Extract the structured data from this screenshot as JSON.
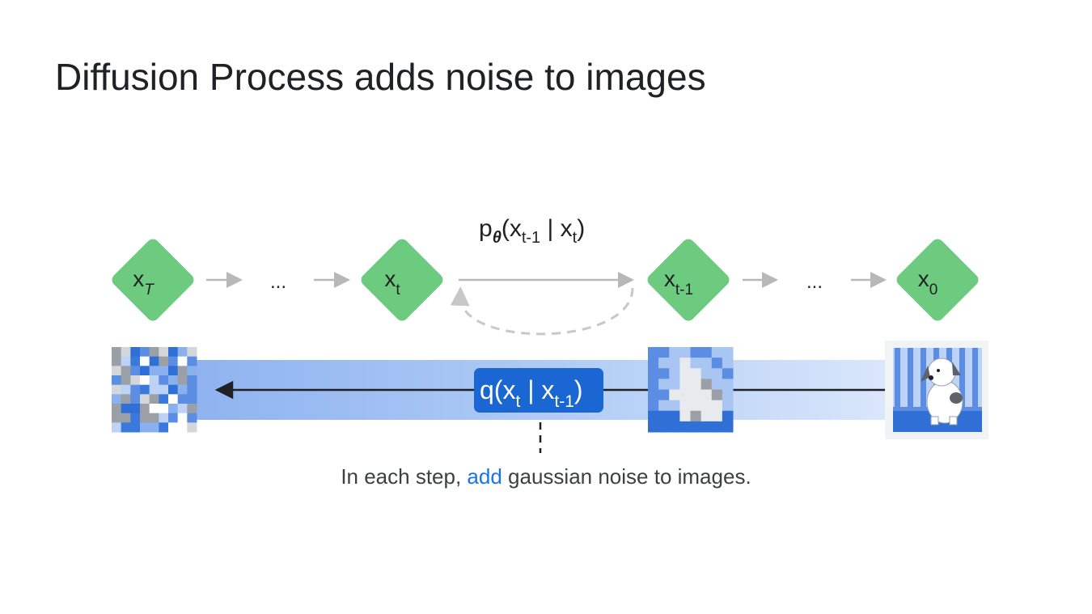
{
  "slide": {
    "title": "Diffusion Process adds noise to images"
  },
  "diagram": {
    "nodes": [
      {
        "base": "x",
        "sub": "T",
        "italic_sub": true
      },
      {
        "base": "x",
        "sub": "t",
        "italic_sub": false
      },
      {
        "base": "x",
        "sub": "t-1",
        "italic_sub": false
      },
      {
        "base": "x",
        "sub": "0",
        "italic_sub": false
      }
    ],
    "ellipsis": "...",
    "reverse_label": {
      "p": "p",
      "theta": "θ",
      "open": "(x",
      "sub1": "t-1",
      "bar": " | x",
      "sub2": "t",
      "close": ")"
    },
    "forward_label": {
      "open": "q(x",
      "sub1": "t",
      "bar": " | x",
      "sub2": "t-1",
      "close": ")"
    },
    "colors": {
      "node_fill": "#6ccb7f",
      "arrow_gray": "#b8b8b8",
      "band_blue": "#aac8f5",
      "label_blue": "#1a66d2",
      "highlight": "#1a73e8"
    }
  },
  "caption": {
    "before": "In each step, ",
    "highlight": "add",
    "after": " gaussian noise to images."
  }
}
